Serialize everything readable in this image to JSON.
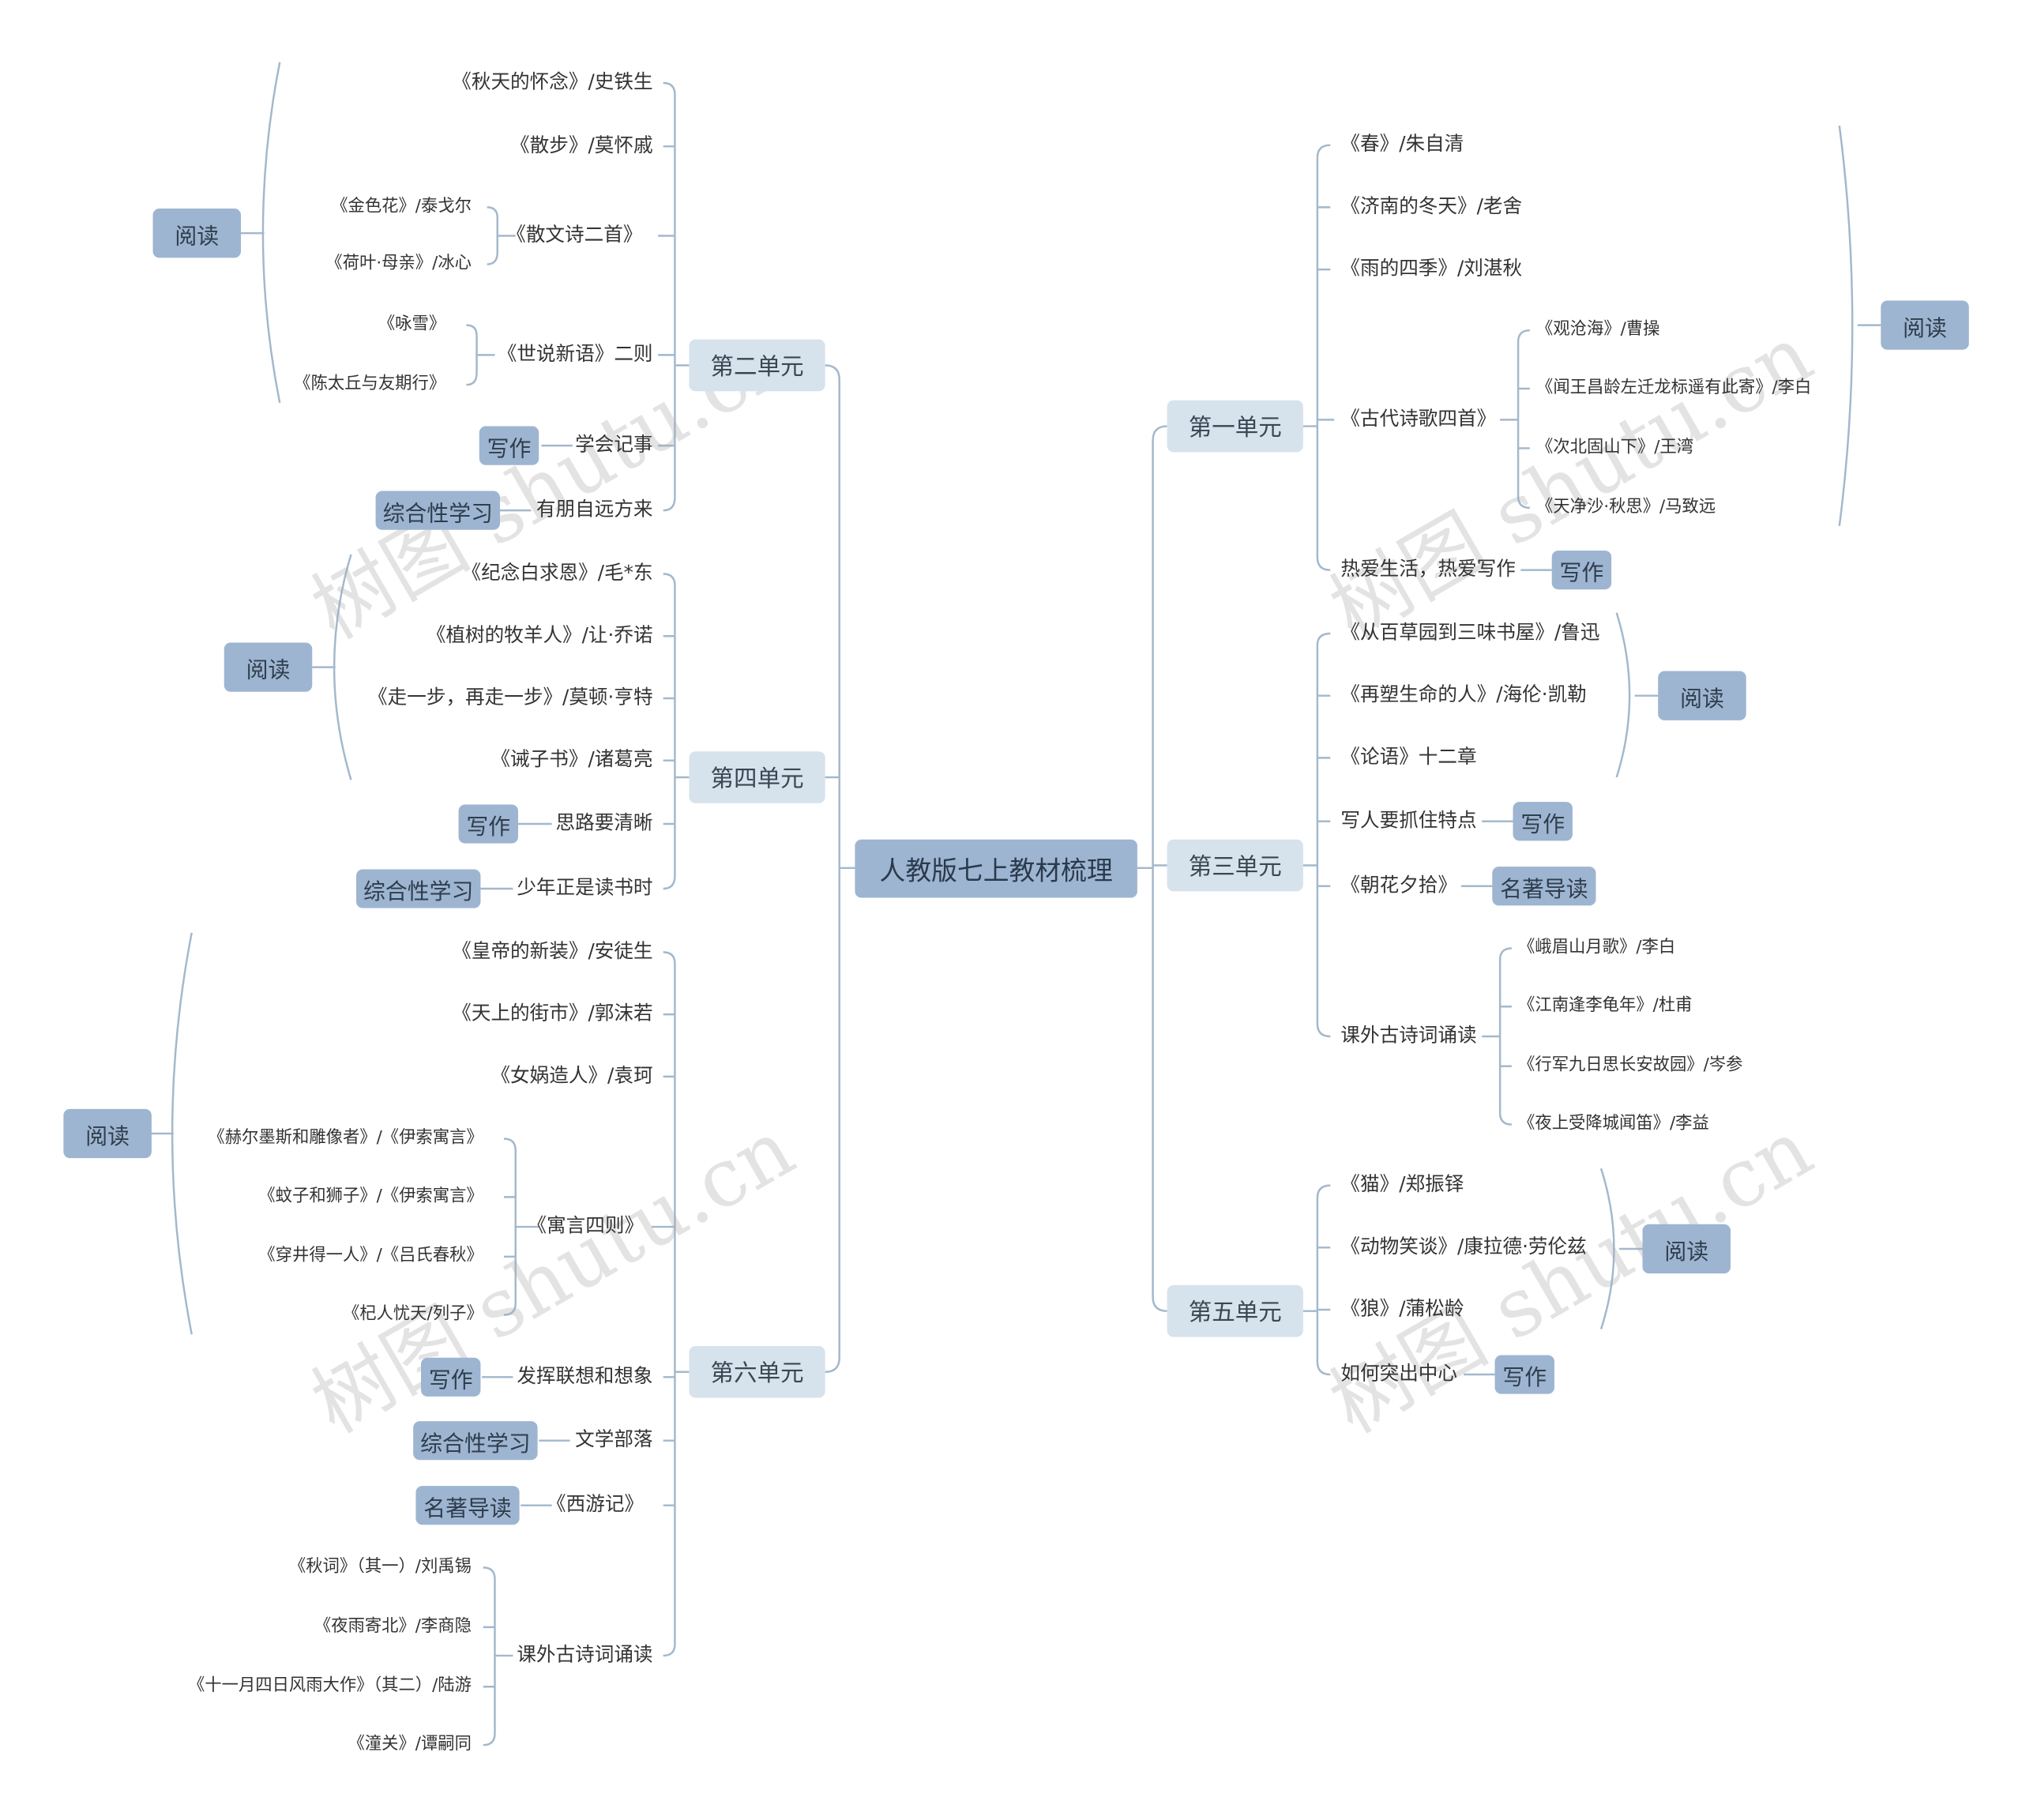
{
  "title": "人教版七上教材梳理",
  "watermark": "树图 shutu.cn",
  "colors": {
    "line": "#a3b8cc",
    "root": "#9db5d1",
    "unit": "#d6e2ec",
    "tag": "#9db5d1"
  },
  "units": {
    "u1": {
      "label": "第一单元",
      "items": [
        "《春》/朱自清",
        "《济南的冬天》/老舍",
        "《雨的四季》/刘湛秋",
        "《古代诗歌四首》",
        "热爱生活，热爱写作"
      ],
      "poems": [
        "《观沧海》/曹操",
        "《闻王昌龄左迁龙标遥有此寄》/李白",
        "《次北固山下》/王湾",
        "《天净沙·秋思》/马致远"
      ],
      "reading": "阅读",
      "writing": "写作"
    },
    "u2": {
      "label": "第二单元",
      "items": [
        "《秋天的怀念》/史铁生",
        "《散步》/莫怀戚",
        "《散文诗二首》",
        "《世说新语》二则",
        "学会记事",
        "有朋自远方来"
      ],
      "sanwen": [
        "《金色花》/泰戈尔",
        "《荷叶·母亲》/冰心"
      ],
      "shishuo": [
        "《咏雪》",
        "《陈太丘与友期行》"
      ],
      "reading": "阅读",
      "writing": "写作",
      "comprehensive": "综合性学习"
    },
    "u3": {
      "label": "第三单元",
      "items": [
        "《从百草园到三味书屋》/鲁迅",
        "《再塑生命的人》/海伦·凯勒",
        "《论语》十二章",
        "写人要抓住特点",
        "《朝花夕拾》",
        "课外古诗词诵读"
      ],
      "extra": [
        "《峨眉山月歌》/李白",
        "《江南逢李龟年》/杜甫",
        "《行军九日思长安故园》/岑参",
        "《夜上受降城闻笛》/李益"
      ],
      "reading": "阅读",
      "writing": "写作",
      "classic": "名著导读"
    },
    "u4": {
      "label": "第四单元",
      "items": [
        "《纪念白求恩》/毛*东",
        "《植树的牧羊人》/让·乔诺",
        "《走一步，再走一步》/莫顿·亨特",
        "《诫子书》/诸葛亮",
        "思路要清晰",
        "少年正是读书时"
      ],
      "reading": "阅读",
      "writing": "写作",
      "comprehensive": "综合性学习"
    },
    "u5": {
      "label": "第五单元",
      "items": [
        "《猫》/郑振铎",
        "《动物笑谈》/康拉德·劳伦兹",
        "《狼》/蒲松龄",
        "如何突出中心"
      ],
      "reading": "阅读",
      "writing": "写作"
    },
    "u6": {
      "label": "第六单元",
      "items": [
        "《皇帝的新装》/安徒生",
        "《天上的街市》/郭沫若",
        "《女娲造人》/袁珂",
        "《寓言四则》",
        "发挥联想和想象",
        "文学部落",
        "《西游记》",
        "课外古诗词诵读"
      ],
      "fables": [
        "《赫尔墨斯和雕像者》/《伊索寓言》",
        "《蚊子和狮子》/《伊索寓言》",
        "《穿井得一人》/《吕氏春秋》",
        "《杞人忧天/列子》"
      ],
      "extra": [
        "《秋词》（其一）/刘禹锡",
        "《夜雨寄北》/李商隐",
        "《十一月四日风雨大作》（其二）/陆游",
        "《潼关》/谭嗣同"
      ],
      "reading": "阅读",
      "writing": "写作",
      "comprehensive": "综合性学习",
      "classic": "名著导读"
    }
  }
}
